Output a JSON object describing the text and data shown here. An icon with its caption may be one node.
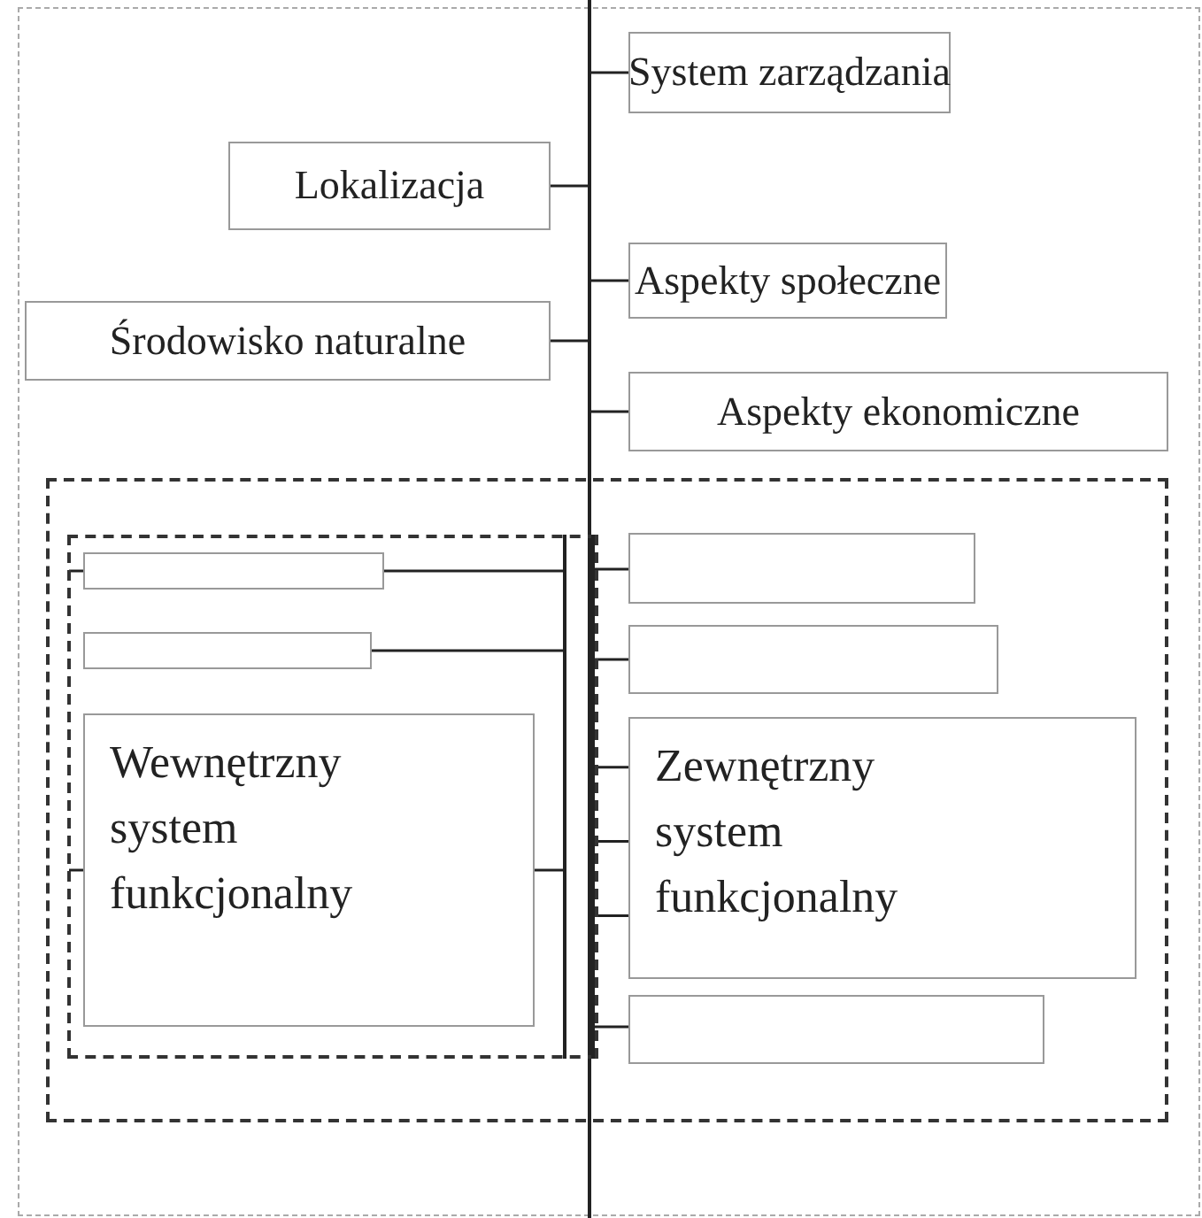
{
  "diagram": {
    "nodes": [
      {
        "text": [
          "System zarządzania"
        ]
      },
      {
        "text": [
          "Lokalizacja"
        ]
      },
      {
        "text": [
          "Aspekty społeczne"
        ]
      },
      {
        "text": [
          "Środowisko naturalne"
        ]
      },
      {
        "text": [
          "Aspekty ekonomiczne"
        ]
      },
      {
        "text": [],
        "shape": "line"
      },
      {
        "text": [],
        "shape": "box"
      },
      {
        "text": [],
        "shape": "box",
        "in": 6
      },
      {
        "text": [],
        "shape": "box",
        "in": 7
      },
      {
        "text": [],
        "shape": "box",
        "in": 7
      },
      {
        "text": [
          "Wewnętrzny system funkcjonalny"
        ],
        "in": 7
      },
      {
        "text": [],
        "shape": "bar",
        "in": 7
      },
      {
        "text": [],
        "shape": "box",
        "in": 6
      },
      {
        "text": [],
        "shape": "box",
        "in": 6
      },
      {
        "text": [
          "Zewnętrzny system funkcjonalny"
        ],
        "in": 6
      },
      {
        "text": [],
        "shape": "box",
        "in": 6
      }
    ],
    "edges": [
      {
        "from": 0,
        "to": 5,
        "arrow": "none"
      },
      {
        "from": 1,
        "to": 5,
        "arrow": "none"
      },
      {
        "from": 2,
        "to": 5,
        "arrow": "none"
      },
      {
        "from": 3,
        "to": 5,
        "arrow": "none"
      },
      {
        "from": 4,
        "to": 5,
        "arrow": "none"
      },
      {
        "from": 8,
        "to": 11,
        "arrow": "none"
      },
      {
        "from": 9,
        "to": 11,
        "arrow": "none"
      },
      {
        "from": 10,
        "to": 11,
        "arrow": "none"
      },
      {
        "from": 8,
        "to": 7,
        "arrow": "none"
      },
      {
        "from": 10,
        "to": 7,
        "arrow": "none"
      },
      {
        "from": 11,
        "to": 12,
        "arrow": "none"
      },
      {
        "from": 11,
        "to": 13,
        "arrow": "none"
      },
      {
        "from": 11,
        "to": 14,
        "arrow": "none"
      },
      {
        "from": 11,
        "to": 14,
        "arrow": "none"
      },
      {
        "from": 11,
        "to": 14,
        "arrow": "none"
      },
      {
        "from": 11,
        "to": 15,
        "arrow": "none"
      }
    ]
  }
}
